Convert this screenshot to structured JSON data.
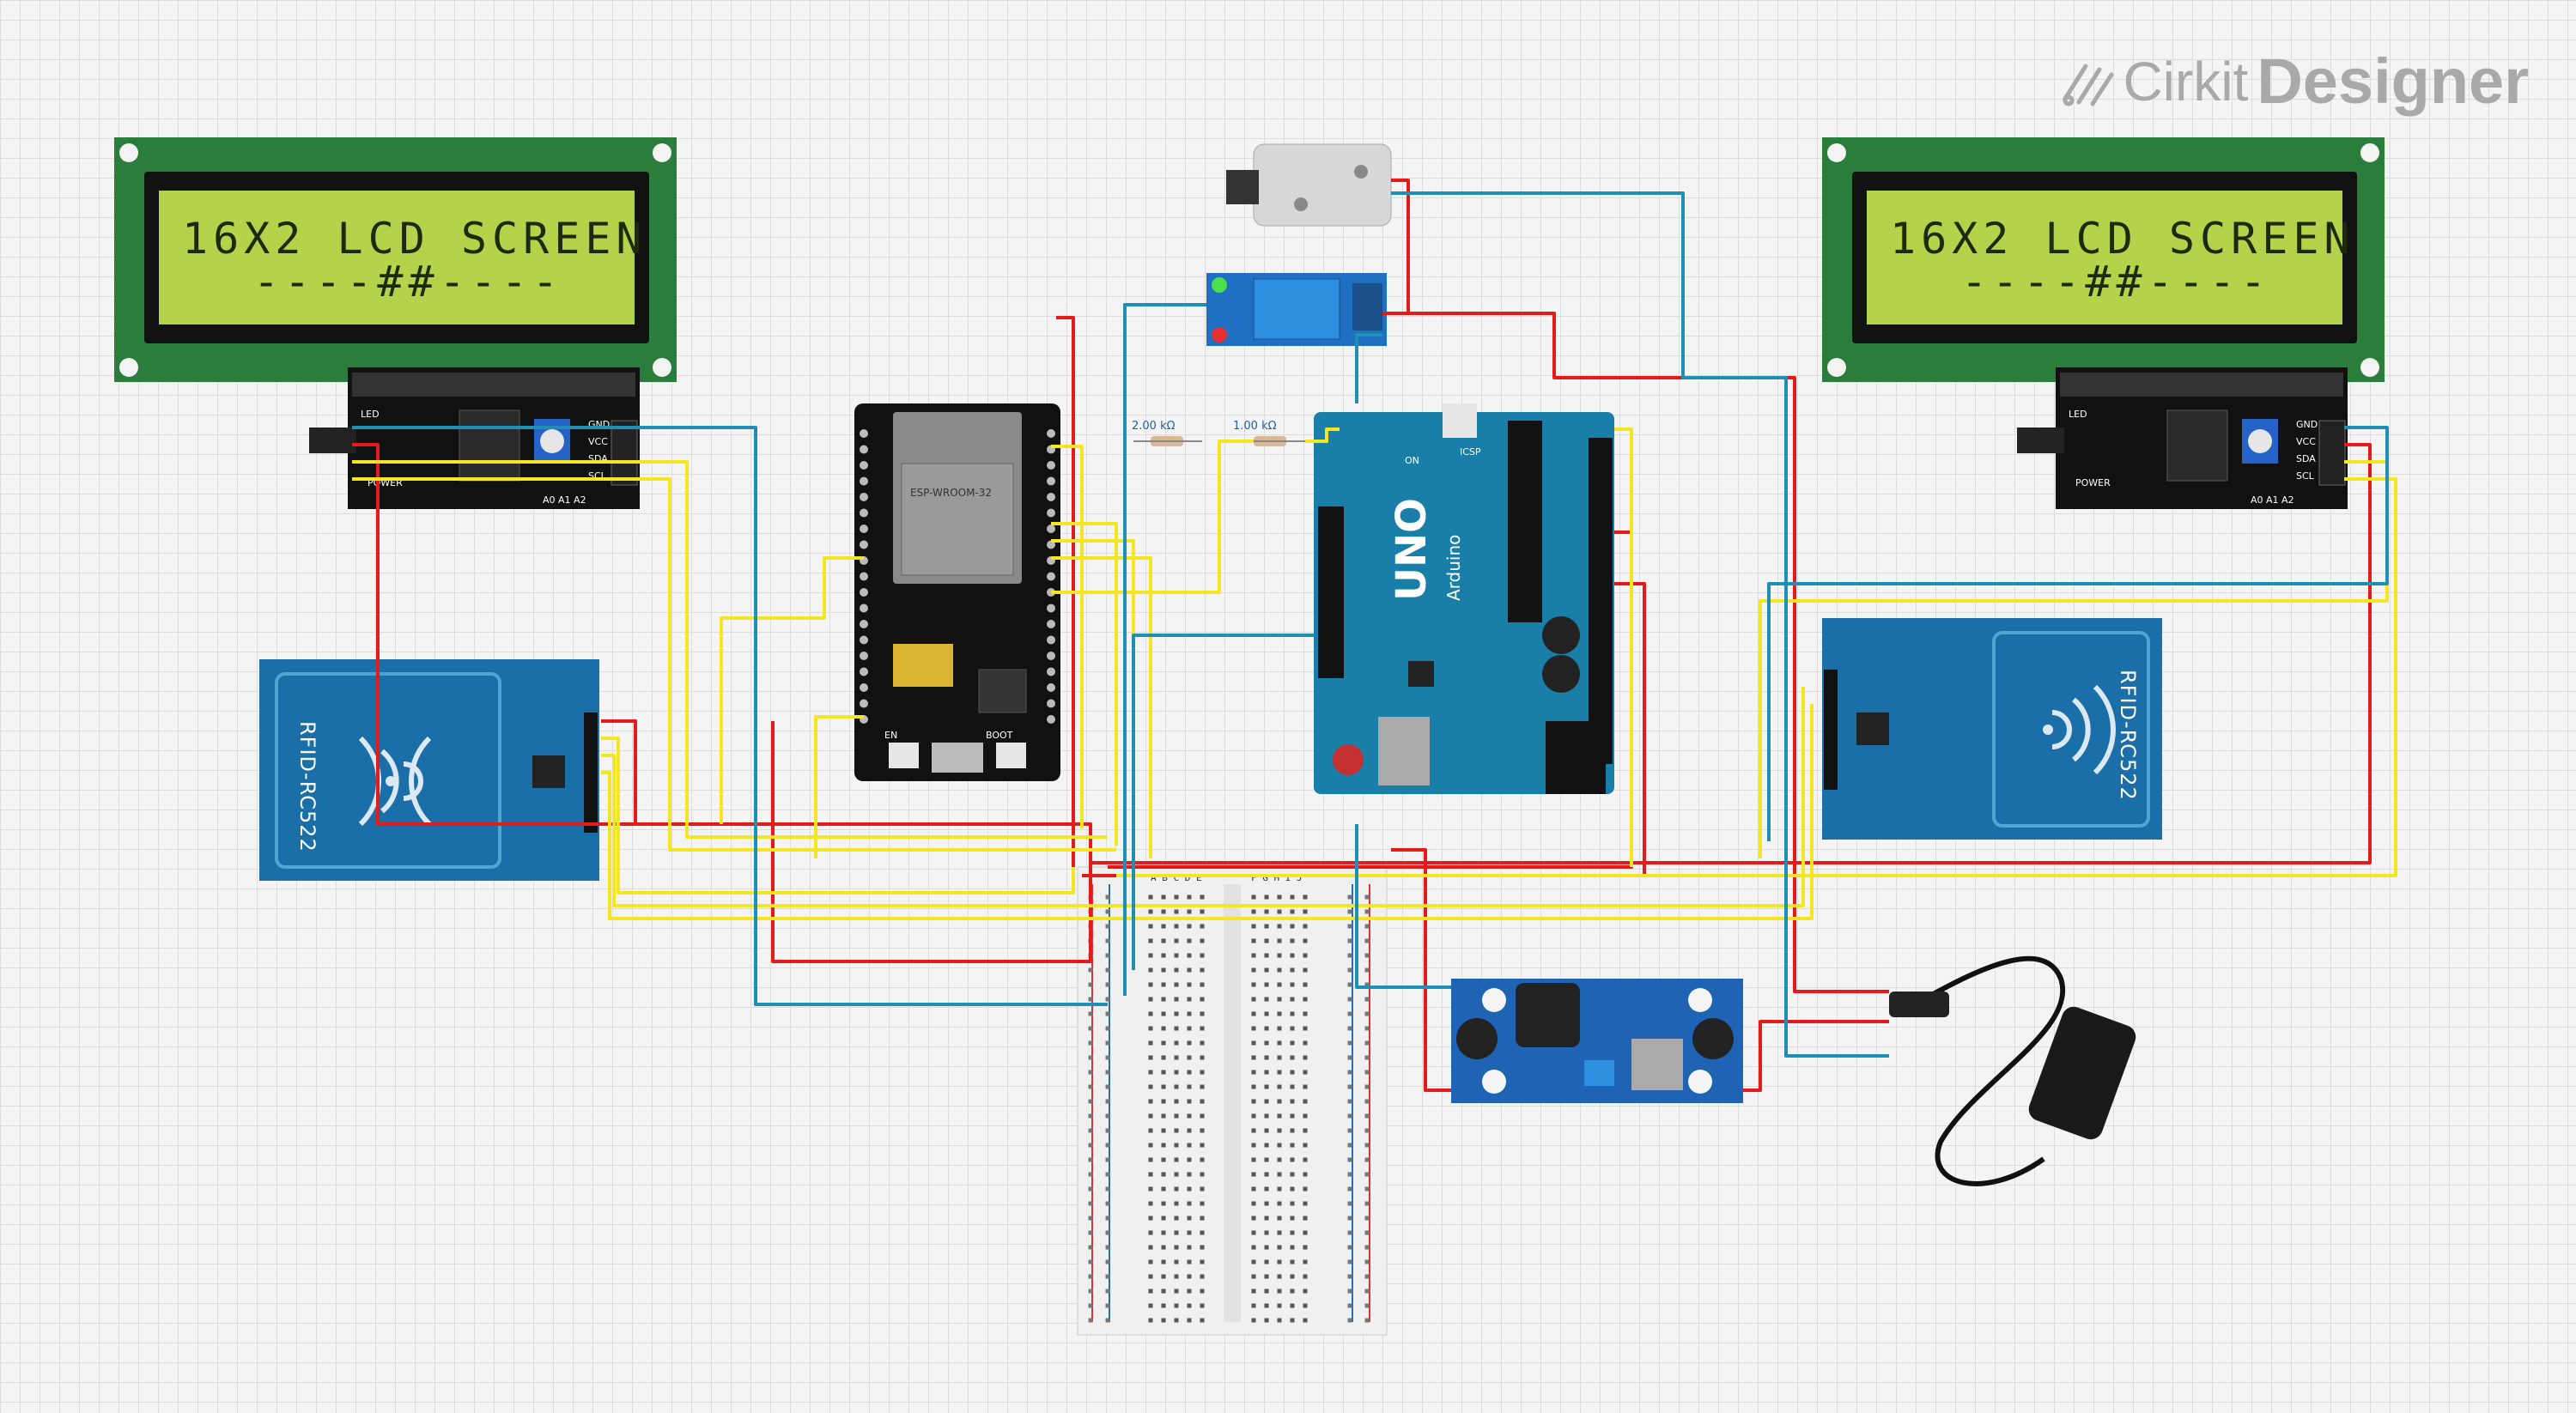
{
  "brand": {
    "name_light": "Cirkit",
    "name_bold": "Designer",
    "color": "#a9a9a9"
  },
  "components": {
    "lcd_left": {
      "line1": "16X2 LCD SCREEN",
      "line2": "----##----"
    },
    "lcd_right": {
      "line1": "16X2 LCD SCREEN",
      "line2": "----##----"
    },
    "i2c_pins": [
      "GND",
      "VCC",
      "SDA",
      "SCL"
    ],
    "i2c_labels": {
      "led": "LED",
      "power": "POWER",
      "addr": "A0 A1 A2"
    },
    "rfid_left": {
      "label": "RFID-RC522"
    },
    "rfid_right": {
      "label": "RFID-RC522"
    },
    "esp32": {
      "module": "ESP-WROOM-32",
      "boot": "BOOT",
      "en": "EN"
    },
    "resistor_1": {
      "value": "2.00 kΩ"
    },
    "resistor_2": {
      "value": "1.00 kΩ"
    },
    "arduino": {
      "brand": "Arduino",
      "model": "UNO",
      "on": "ON",
      "icsp": "ICSP"
    },
    "breadboard": {
      "cols_left": "A B C D E",
      "cols_right": "F G H I J"
    }
  },
  "wire_colors": {
    "red": "#e31b1b",
    "yellow": "#f5e623",
    "blue": "#1f8fb5",
    "black": "#222222"
  }
}
